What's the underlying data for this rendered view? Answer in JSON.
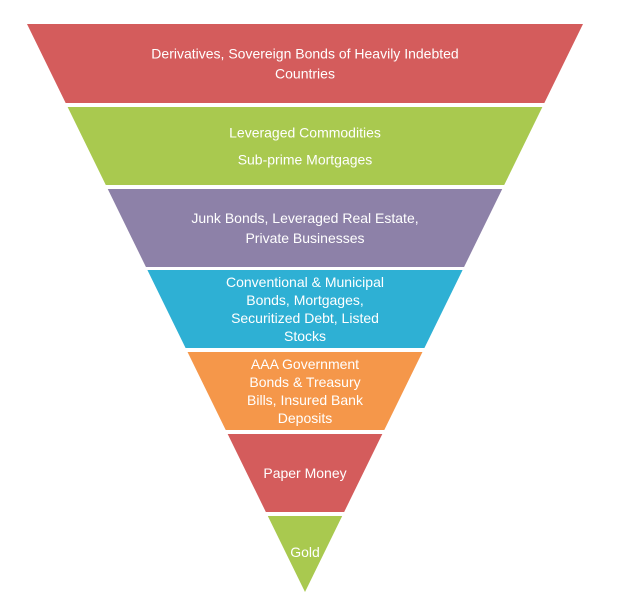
{
  "diagram": {
    "layers": [
      {
        "lines": [
          "Derivatives, Sovereign Bonds of Heavily Indebted",
          "Countries"
        ],
        "color": "#d45c5c"
      },
      {
        "lines": [
          "Leveraged Commodities",
          "Sub-prime Mortgages"
        ],
        "color": "#a9c94f"
      },
      {
        "lines": [
          "Junk Bonds, Leveraged Real Estate,",
          "Private Businesses"
        ],
        "color": "#8d81a8"
      },
      {
        "lines": [
          "Conventional & Municipal",
          "Bonds, Mortgages,",
          "Securitized Debt, Listed",
          "Stocks"
        ],
        "color": "#2eb0d4"
      },
      {
        "lines": [
          "AAA Government",
          "Bonds & Treasury",
          "Bills, Insured Bank",
          "Deposits"
        ],
        "color": "#f5974a"
      },
      {
        "lines": [
          "Paper Money"
        ],
        "color": "#d45c5c"
      },
      {
        "lines": [
          "Gold"
        ],
        "color": "#a9c94f"
      }
    ]
  }
}
